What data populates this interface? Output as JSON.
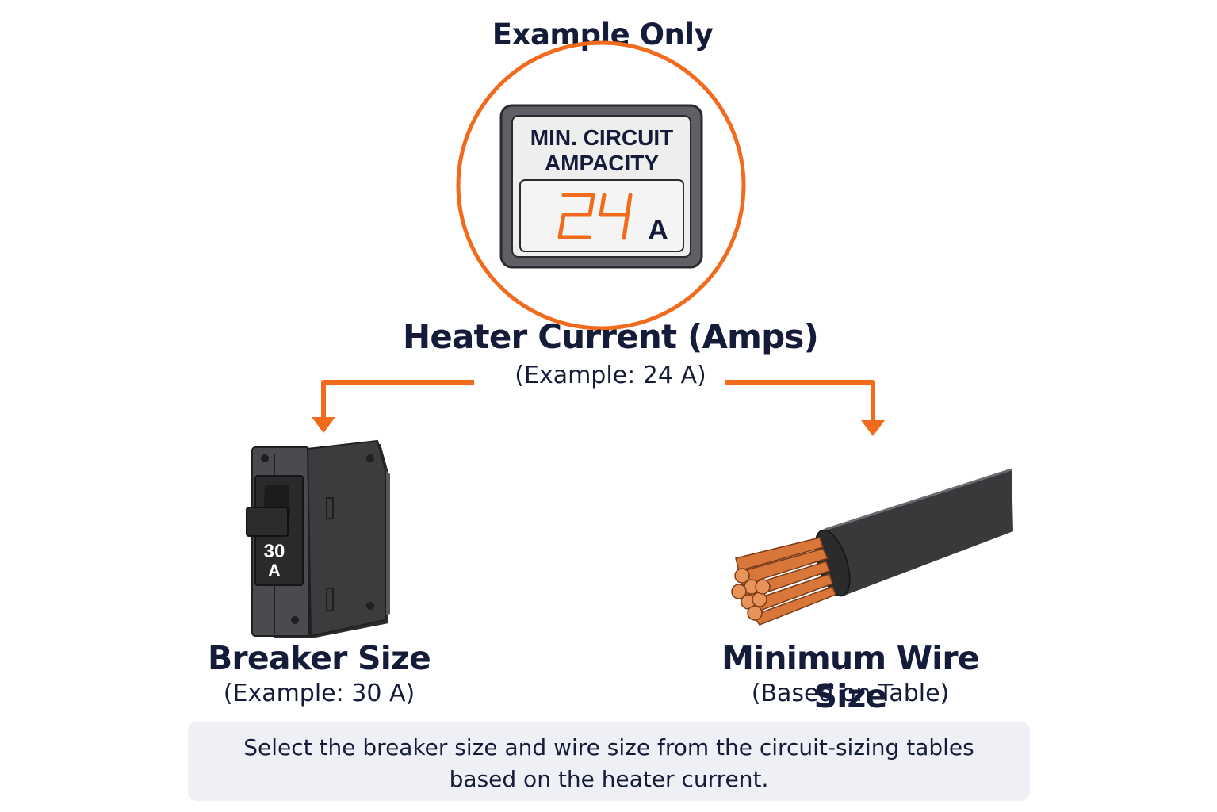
{
  "header": {
    "label": "Example Only"
  },
  "display": {
    "title_line1": "MIN. CIRCUIT",
    "title_line2": "AMPACITY",
    "value": "24",
    "unit": "A"
  },
  "heater": {
    "title": "Heater Current (Amps)",
    "subtitle": "(Example: 24 A)"
  },
  "breaker": {
    "rating_value": "30",
    "rating_unit": "A",
    "title": "Breaker Size",
    "subtitle": "(Example: 30 A)"
  },
  "wire": {
    "title": "Minimum Wire Size",
    "subtitle": "(Based on Table)"
  },
  "note": {
    "line1": "Select the breaker size and wire size from the circuit-sizing tables",
    "line2": "based on the heater current."
  },
  "colors": {
    "accent": "#f26a1b",
    "text": "#141c3a",
    "note_bg": "#eef0f5",
    "breaker_body": "#3c3c3f",
    "cable_jacket": "#38393b",
    "copper": "#d9773a"
  }
}
